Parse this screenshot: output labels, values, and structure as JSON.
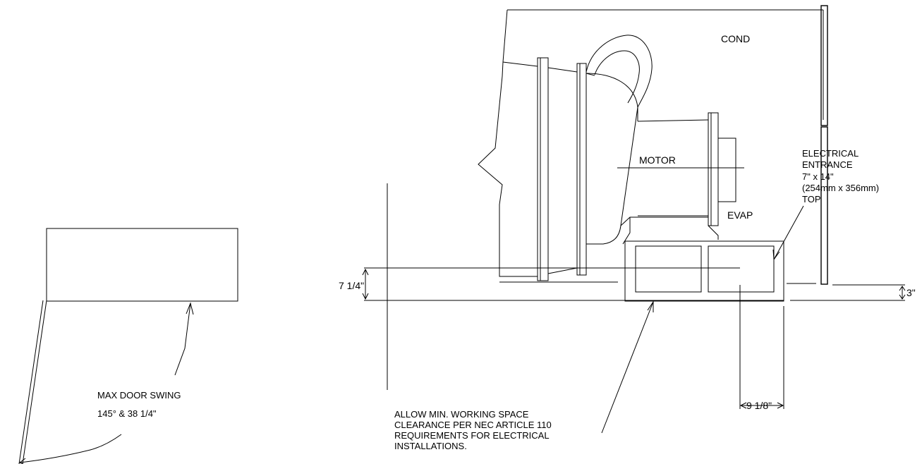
{
  "labels": {
    "cond": "COND",
    "motor": "MOTOR",
    "evap": "EVAP",
    "electrical": [
      "ELECTRICAL",
      "ENTRANCE",
      "7\" x 14\"",
      "(254mm x 356mm)",
      "TOP"
    ],
    "door_swing": [
      "MAX DOOR SWING",
      "145° & 38 1/4\""
    ],
    "working_space": [
      "ALLOW MIN. WORKING SPACE",
      "CLEARANCE PER NEC ARTICLE 110",
      "REQUIREMENTS FOR ELECTRICAL",
      "INSTALLATIONS."
    ]
  },
  "dimensions": {
    "height_left": "7 1/4\"",
    "height_right": "3\"",
    "width_bottom": "9 1/8\""
  }
}
